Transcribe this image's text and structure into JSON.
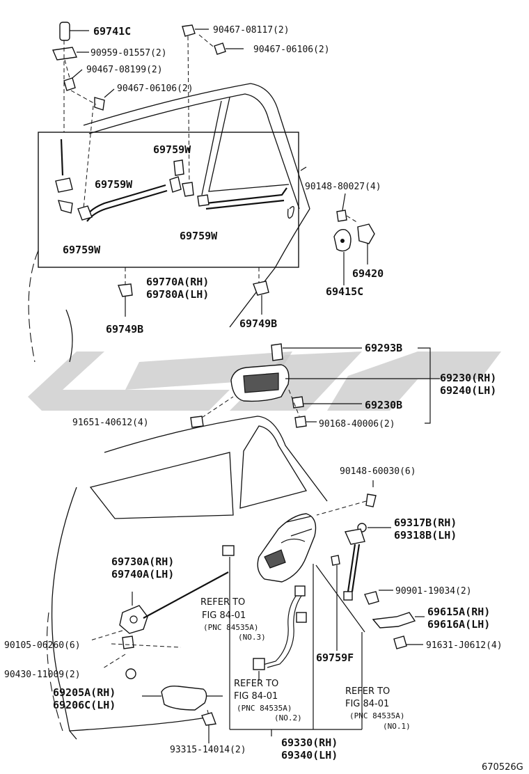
{
  "labels": {
    "p69741C": "69741C",
    "p90467_08117": "90467-08117(2)",
    "p90959_01557": "90959-01557(2)",
    "p90467_06106a": "90467-06106(2)",
    "p90467_08199": "90467-08199(2)",
    "p90467_06106b": "90467-06106(2)",
    "p69759W_1": "69759W",
    "p69759W_2": "69759W",
    "p69759W_3": "69759W",
    "p69759W_4": "69759W",
    "p90148_80027": "90148-80027(4)",
    "p69420": "69420",
    "p69415C": "69415C",
    "p69770A": "69770A(RH)",
    "p69780A": "69780A(LH)",
    "p69749B_1": "69749B",
    "p69749B_2": "69749B",
    "p69293B": "69293B",
    "p69230RH": "69230(RH)",
    "p69240LH": "69240(LH)",
    "p69230B": "69230B",
    "p91651": "91651-40612(4)",
    "p90168": "90168-40006(2)",
    "p90148_60030": "90148-60030(6)",
    "p69317B": "69317B(RH)",
    "p69318B": "69318B(LH)",
    "p69730A": "69730A(RH)",
    "p69740A": "69740A(LH)",
    "p90901": "90901-19034(2)",
    "p69615A": "69615A(RH)",
    "p69616A": "69616A(LH)",
    "p91631": "91631-J0612(4)",
    "p90105": "90105-06260(6)",
    "p90430": "90430-11009(2)",
    "p69759F": "69759F",
    "p69205A": "69205A(RH)",
    "p69206C": "69206C(LH)",
    "p93315": "93315-14014(2)",
    "p69330": "69330(RH)",
    "p69340": "69340(LH)"
  },
  "refers": {
    "r1": {
      "line1": "REFER TO",
      "line2": "FIG 84-01",
      "line3": "(PNC 84535A)",
      "line4": "(NO.3)"
    },
    "r2": {
      "line1": "REFER TO",
      "line2": "FIG 84-01",
      "line3": "(PNC 84535A)",
      "line4": "(NO.2)"
    },
    "r3": {
      "line1": "REFER TO",
      "line2": "FIG 84-01",
      "line3": "(PNC 84535A)",
      "line4": "(NO.1)"
    }
  },
  "figure_id": "670526G",
  "colors": {
    "ink": "#111111",
    "watermark": "#c8c8c8"
  }
}
